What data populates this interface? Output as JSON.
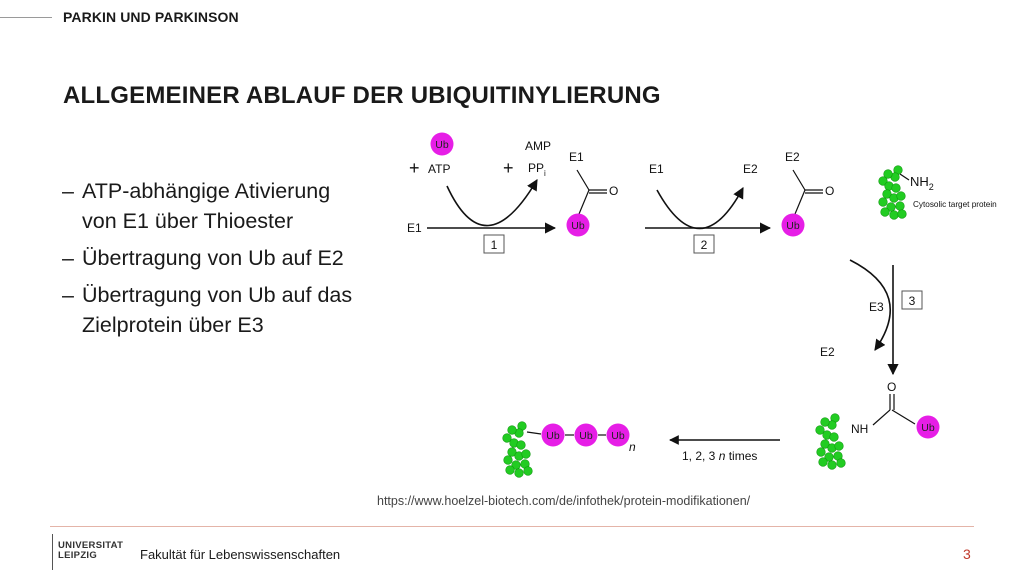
{
  "header": {
    "section": "PARKIN UND PARKINSON",
    "title": "ALLGEMEINER ABLAUF DER UBIQUITINYLIERUNG"
  },
  "bullets": [
    {
      "dash": "–",
      "text": "ATP-abhängige Ativierung von E1 über Thioester"
    },
    {
      "dash": "–",
      "text": "Übertragung von Ub auf E2"
    },
    {
      "dash": "–",
      "text": "Übertragung von Ub auf das Zielprotein über E3"
    }
  ],
  "diagram": {
    "ub": "Ub",
    "plus": "+",
    "atp": "ATP",
    "amp": "AMP",
    "pp": "PP",
    "pp_sub": "i",
    "e1": "E1",
    "e2": "E2",
    "e3": "E3",
    "o": "O",
    "nh": "NH",
    "nh2": "NH",
    "nh2_sub": "2",
    "target_label": "Cytosolic target protein",
    "step1": "1",
    "step2": "2",
    "step3": "3",
    "n": "n",
    "repeat_label": "1, 2, 3 ",
    "repeat_n": "n",
    "repeat_times": " times"
  },
  "colors": {
    "ub_fill": "#e61ee6",
    "protein_green": "#22cc22",
    "accent_line": "#e4b4a8",
    "page_number": "#c0392b"
  },
  "source_url": "https://www.hoelzel-biotech.com/de/infothek/protein-modifikationen/",
  "footer": {
    "logo_line1": "UNIVERSITAT",
    "logo_line2": "LEIPZIG",
    "faculty": "Fakultät für Lebenswissenschaften",
    "page": "3"
  }
}
